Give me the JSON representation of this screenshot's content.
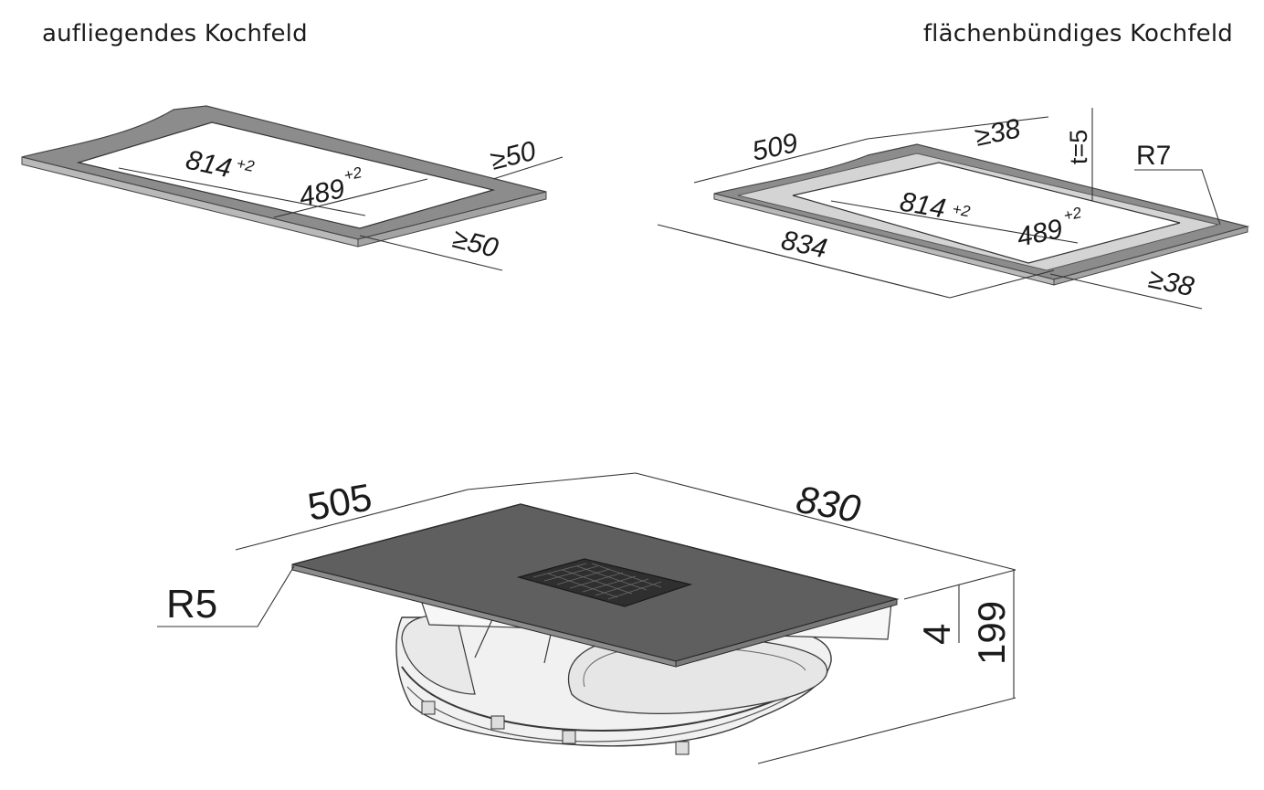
{
  "headings": {
    "left": "aufliegendes Kochfeld",
    "right": "flächenbündiges Kochfeld"
  },
  "colors": {
    "frame": "#8a8a8a",
    "glass": "#5e5e5e",
    "line": "#333333",
    "body": "#efefef"
  },
  "left_view": {
    "length": "814",
    "length_tol": "+2",
    "width": "489",
    "width_tol": "+2",
    "margin_side": "≥50",
    "margin_front": "≥50"
  },
  "right_view": {
    "outer_width": "509",
    "outer_length": "834",
    "length": "814",
    "length_tol": "+2",
    "width": "489",
    "width_tol": "+2",
    "rebate_back": "≥38",
    "rebate_front": "≥38",
    "depth": "t=5",
    "radius": "R7"
  },
  "bottom_view": {
    "width": "505",
    "length": "830",
    "radius": "R5",
    "glass_thickness": "4",
    "height": "199"
  }
}
